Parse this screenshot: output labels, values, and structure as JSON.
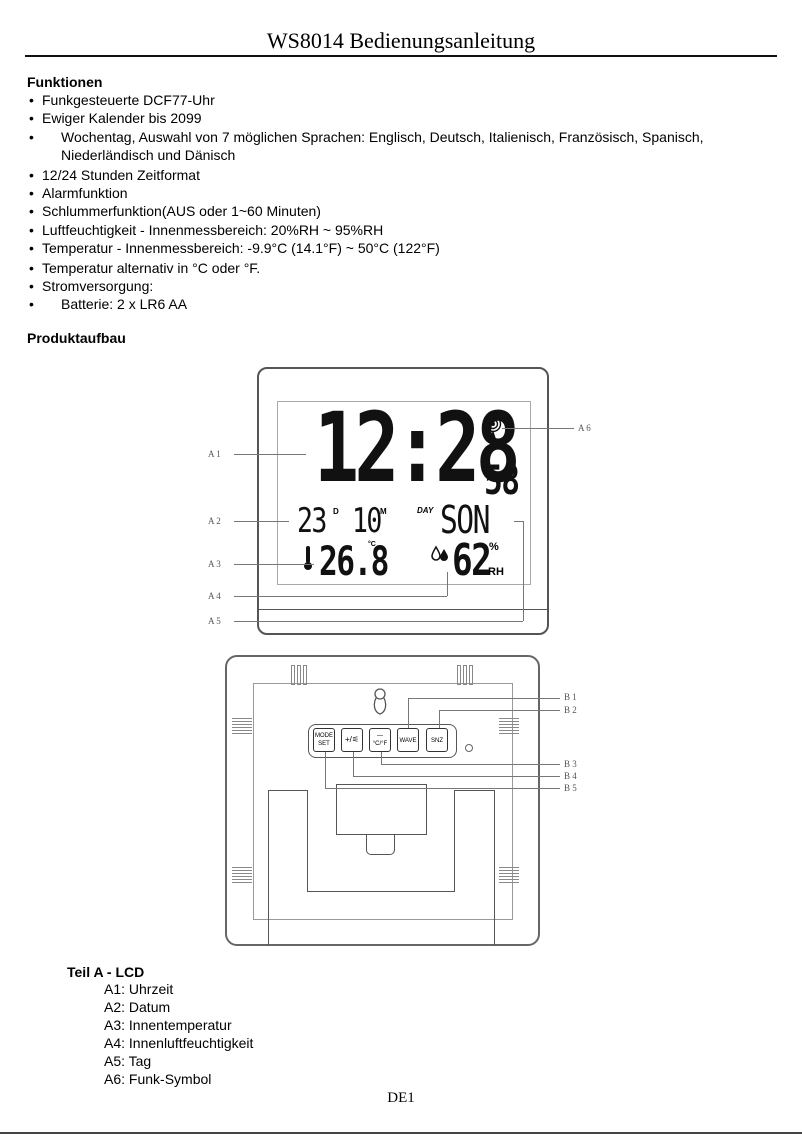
{
  "document": {
    "title": "WS8014 Bedienungsanleitung",
    "page_number": "DE1"
  },
  "features": {
    "heading": "Funktionen",
    "items": [
      "Funkgesteuerte DCF77-Uhr",
      "Ewiger Kalender bis 2099",
      "Wochentag, Auswahl von 7 möglichen Sprachen: Englisch, Deutsch, Italienisch, Französisch, Spanisch, Niederländisch und Dänisch",
      "12/24 Stunden Zeitformat",
      "Alarmfunktion",
      "Schlummerfunktion(AUS oder 1~60 Minuten)",
      "Luftfeuchtigkeit - Innenmessbereich: 20%RH ~ 95%RH",
      "Temperatur - Innenmessbereich: -9.9°C (14.1°F) ~ 50°C (122°F)",
      "Temperatur alternativ in °C oder °F.",
      "Stromversorgung:",
      "Batterie: 2 x LR6 AA"
    ]
  },
  "product": {
    "heading": "Produktaufbau",
    "lcd": {
      "time": "12:28",
      "seconds": "58",
      "date_day": "23",
      "date_day_marker": "D",
      "date_month": "10",
      "date_month_marker": "M",
      "day_label": "DAY",
      "weekday": "SON",
      "temperature": "26.8",
      "temperature_unit": "°C",
      "humidity": "62",
      "humidity_unit_top": "%",
      "humidity_unit_bottom": "RH"
    },
    "front_callouts": [
      "A 1",
      "A 2",
      "A 3",
      "A 4",
      "A 5",
      "A 6"
    ],
    "back_buttons": [
      {
        "line1": "MODE",
        "line2": "SET"
      },
      {
        "line1": "+/",
        "line2": "⚟"
      },
      {
        "line1": "—",
        "line2": "°C/°F"
      },
      {
        "line1": "WAVE",
        "line2": ""
      },
      {
        "line1": "SNZ",
        "line2": ""
      }
    ],
    "back_callouts": [
      "B 1",
      "B 2",
      "B 3",
      "B 4",
      "B 5"
    ]
  },
  "legend": {
    "heading": "Teil A - LCD",
    "items": [
      "A1: Uhrzeit",
      "A2: Datum",
      "A3: Innentemperatur",
      "A4: Innenluftfeuchtigkeit",
      "A5: Tag",
      "A6: Funk-Symbol"
    ]
  }
}
